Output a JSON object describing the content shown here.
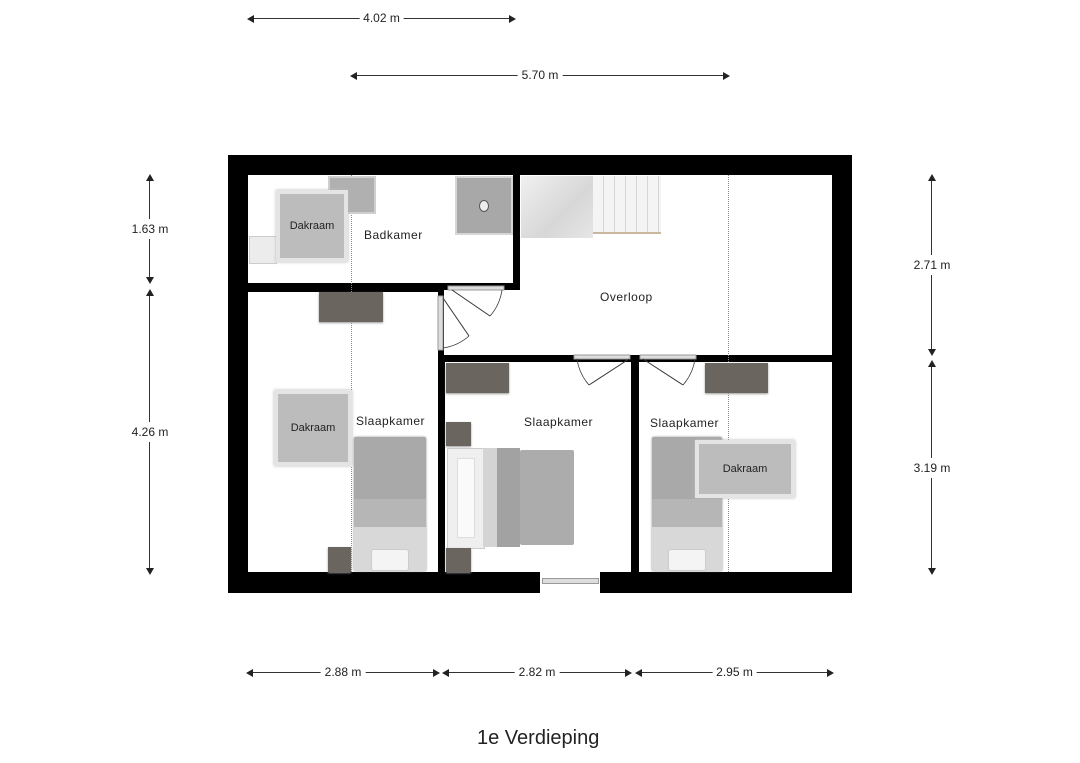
{
  "floor_title": "1e Verdieping",
  "dimensions": {
    "top": [
      {
        "label": "4.02 m"
      },
      {
        "label": "5.70 m"
      }
    ],
    "left": [
      {
        "label": "1.63 m"
      },
      {
        "label": "4.26 m"
      }
    ],
    "right": [
      {
        "label": "2.71 m"
      },
      {
        "label": "3.19 m"
      }
    ],
    "bottom": [
      {
        "label": "2.88 m"
      },
      {
        "label": "2.82 m"
      },
      {
        "label": "2.95 m"
      }
    ]
  },
  "rooms": [
    {
      "name": "Badkamer"
    },
    {
      "name": "Overloop"
    },
    {
      "name": "Slaapkamer"
    },
    {
      "name": "Slaapkamer"
    },
    {
      "name": "Slaapkamer"
    }
  ],
  "skylights": [
    {
      "label": "Dakraam"
    },
    {
      "label": "Dakraam"
    },
    {
      "label": "Dakraam"
    }
  ],
  "colors": {
    "wall": "#000000",
    "floor": "#ffffff",
    "cabinet": "#6b655f",
    "skylight": "#bcbcbc"
  }
}
